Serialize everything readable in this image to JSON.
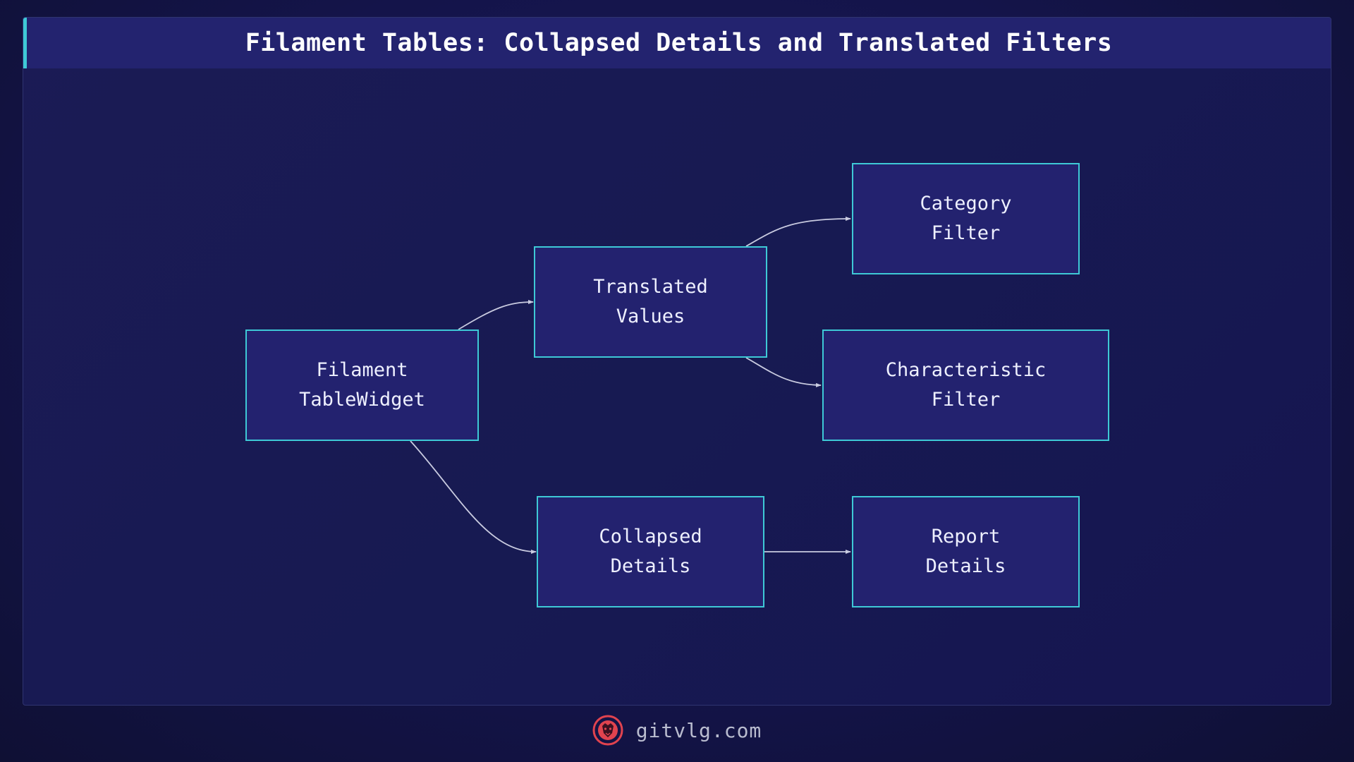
{
  "title": "Filament Tables: Collapsed Details and Translated Filters",
  "nodes": {
    "filament_tablewidget": {
      "line1": "Filament",
      "line2": "TableWidget"
    },
    "translated_values": {
      "line1": "Translated",
      "line2": "Values"
    },
    "category_filter": {
      "line1": "Category",
      "line2": "Filter"
    },
    "characteristic_filter": {
      "line1": "Characteristic",
      "line2": "Filter"
    },
    "collapsed_details": {
      "line1": "Collapsed",
      "line2": "Details"
    },
    "report_details": {
      "line1": "Report",
      "line2": "Details"
    }
  },
  "edges": [
    {
      "from": "Filament TableWidget",
      "to": "Translated Values"
    },
    {
      "from": "Filament TableWidget",
      "to": "Collapsed Details"
    },
    {
      "from": "Translated Values",
      "to": "Category Filter"
    },
    {
      "from": "Translated Values",
      "to": "Characteristic Filter"
    },
    {
      "from": "Collapsed Details",
      "to": "Report Details"
    }
  ],
  "footer": {
    "site": "gitvlg.com",
    "logo_icon": "lion-head-icon"
  },
  "colors": {
    "background": "#14144a",
    "title_bar": "#23236f",
    "accent": "#3ec9d6",
    "node_fill": "#23226f",
    "edge": "#c9cbe0",
    "logo": "#e0434f"
  }
}
